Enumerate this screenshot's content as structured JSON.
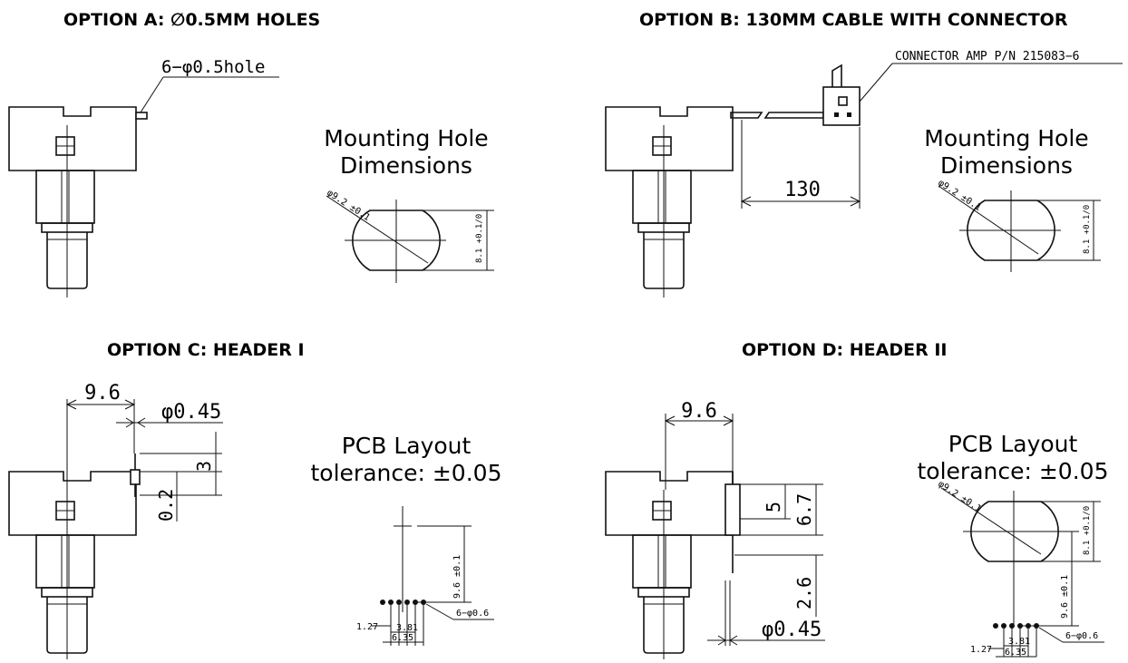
{
  "titles": {
    "a": "OPTION A: ∅0.5MM HOLES",
    "b": "OPTION B: 130MM CABLE WITH CONNECTOR",
    "c": "OPTION C: HEADER I",
    "d": "OPTION D: HEADER II"
  },
  "captions": {
    "mount_line1": "Mounting Hole",
    "mount_line2": "Dimensions",
    "pcb_line1": "PCB Layout",
    "pcb_line2": "tolerance: ±0.05"
  },
  "dims": {
    "hole_a": "6−φ0.5hole",
    "connector": "CONNECTOR AMP P/N 215083−6",
    "cable_len": "130",
    "dia_92": "φ9.2 ±0.1",
    "h_81": "8.1 +0.1/0",
    "pin_x": "9.6",
    "pin_dia": "φ0.45",
    "c_3": "3",
    "c_02": "0.2",
    "d_5": "5",
    "d_67": "6.7",
    "d_26": "2.6",
    "pcb_96": "9.6 ±0.1",
    "pcb_127": "1.27",
    "pcb_381": "3.81",
    "pcb_635": "6.35",
    "pcb_holes": "6−φ0.6"
  }
}
